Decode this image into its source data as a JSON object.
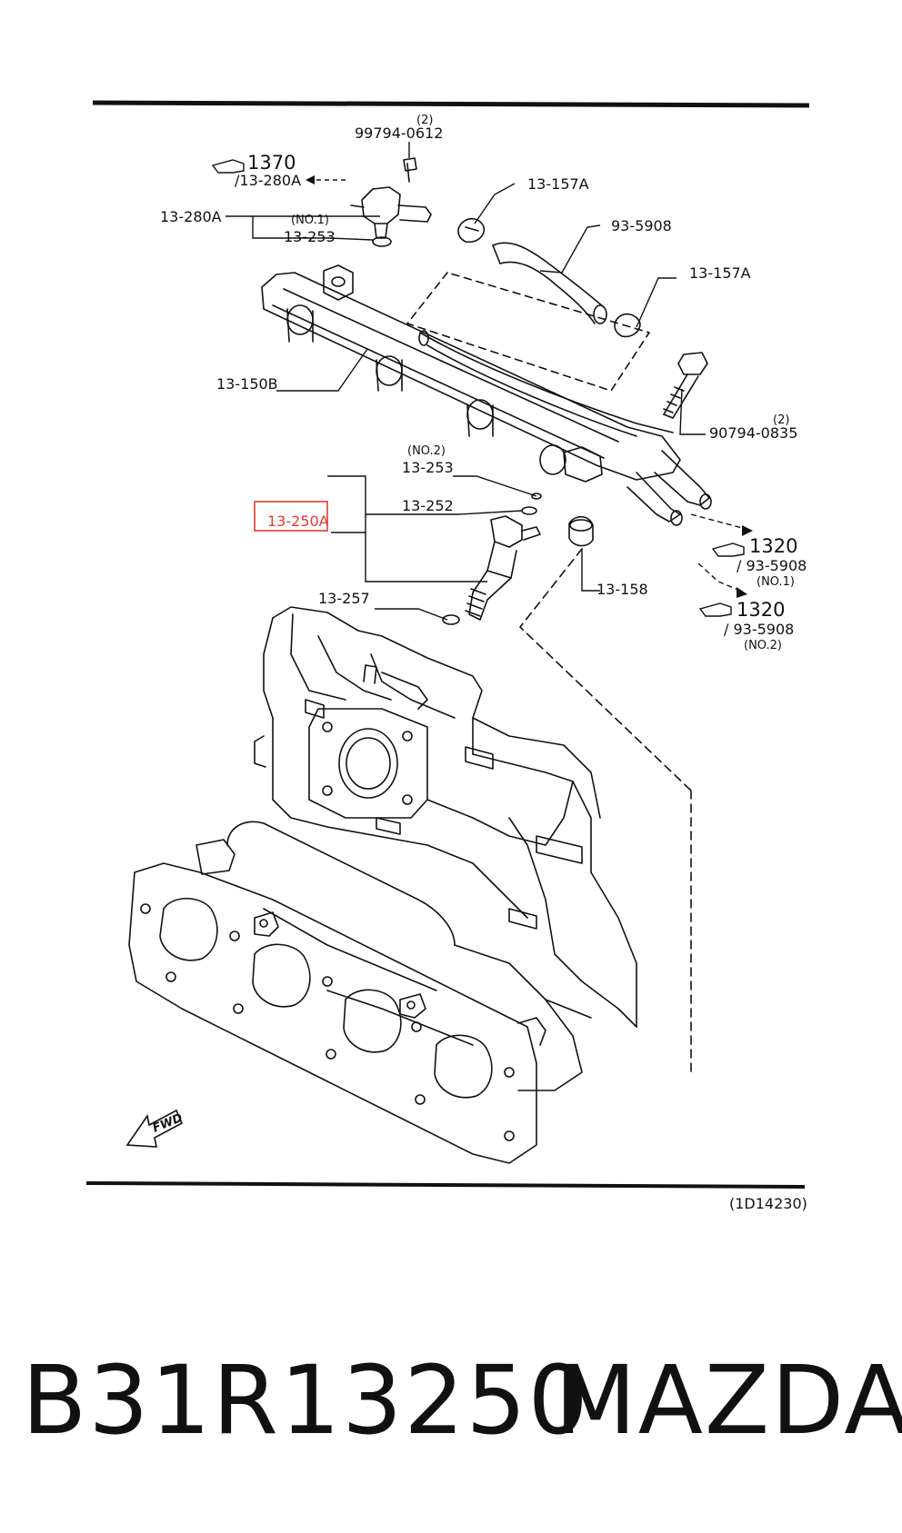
{
  "labels": {
    "ref_top_qty": "(2)",
    "ref_top": "99794-0612",
    "see_1370": "1370",
    "see_1370_sub": "/13-280A",
    "p_13_280A": "13-280A",
    "no1": "(NO.1)",
    "p_13_253_top": "13-253",
    "p_13_157A_a": "13-157A",
    "p_93_5908": "93-5908",
    "p_13_157A_b": "13-157A",
    "p_13_150B": "13-150B",
    "bolt_qty": "(2)",
    "bolt": "90794-0835",
    "no2": "(NO.2)",
    "p_13_253_mid": "13-253",
    "p_13_252": "13-252",
    "p_13_250A": "13-250A",
    "p_13_257": "13-257",
    "p_13_158": "13-158",
    "see_1320_a": "1320",
    "see_1320_a_sub": "/ 93-5908",
    "see_1320_a_no": "(NO.1)",
    "see_1320_b": "1320",
    "see_1320_b_sub": "/ 93-5908",
    "see_1320_b_no": "(NO.2)",
    "fwd": "FWD",
    "diagram_code": "(1D14230)"
  },
  "highlight_color": "#e53935",
  "part_number": "B31R13250",
  "brand": "MAZDA"
}
